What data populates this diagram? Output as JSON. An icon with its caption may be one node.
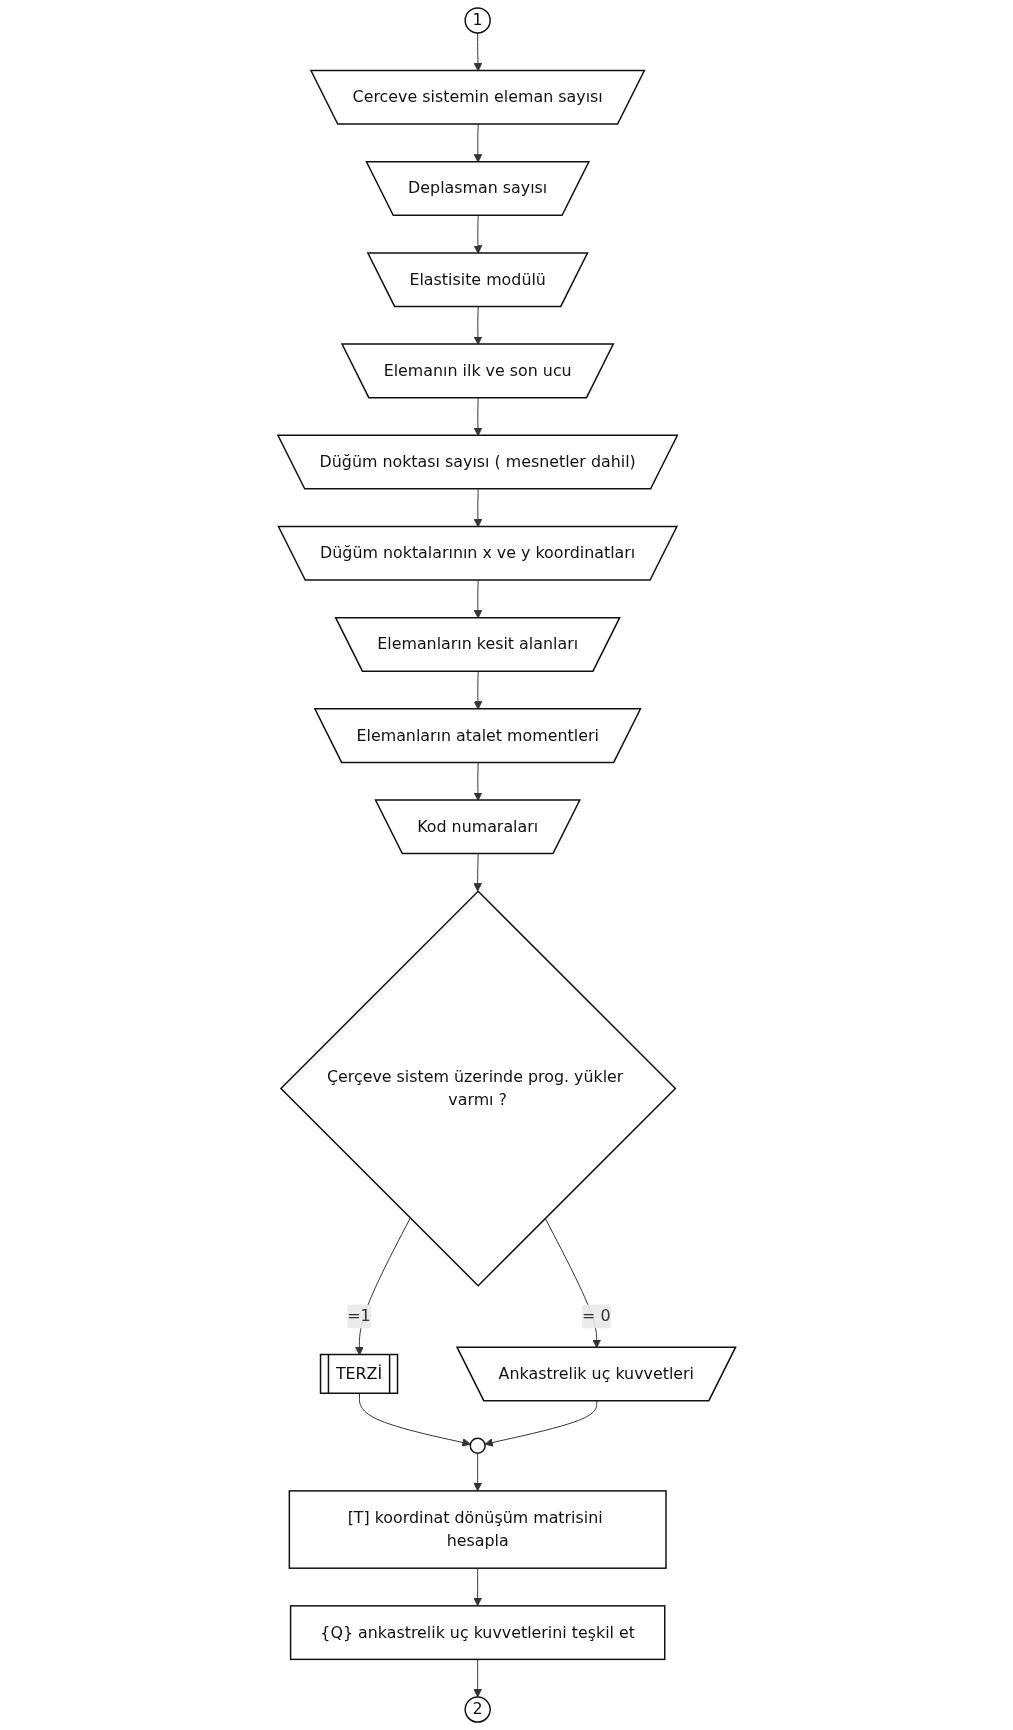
{
  "diagram": {
    "nodes": [
      {
        "text": [
          "1"
        ]
      },
      {
        "text": [
          "Cerceve sistemin eleman sayısı"
        ]
      },
      {
        "text": [
          "Deplasman sayısı"
        ]
      },
      {
        "text": [
          "Elastisite modülü"
        ]
      },
      {
        "text": [
          "Elemanın ilk ve son ucu"
        ]
      },
      {
        "text": [
          "Düğüm noktası sayısı ( mesnetler dahil)"
        ]
      },
      {
        "text": [
          "Düğüm noktalarının x ve y koordinatları"
        ]
      },
      {
        "text": [
          "Elemanların kesit alanları"
        ]
      },
      {
        "text": [
          "Elemanların atalet momentleri"
        ]
      },
      {
        "text": [
          "Kod numaraları"
        ]
      },
      {
        "text": [
          "Çerçeve sistem üzerinde prog. yükler varmı ?"
        ]
      },
      {
        "text": [
          "Ankastrelik uç kuvvetleri"
        ]
      },
      {
        "text": [
          "TERZİ"
        ]
      },
      {
        "text": [],
        "shape": "circle"
      },
      {
        "text": [
          "[T] koordinat dönüşüm matrisini hesapla"
        ]
      },
      {
        "text": [
          "{Q} ankastrelik uç kuvvetlerini teşkil et"
        ]
      },
      {
        "text": [
          "2"
        ]
      }
    ],
    "edges": [
      {
        "from": 0,
        "to": 1,
        "arrow": "to"
      },
      {
        "from": 1,
        "to": 2,
        "arrow": "to"
      },
      {
        "from": 2,
        "to": 3,
        "arrow": "to"
      },
      {
        "from": 3,
        "to": 4,
        "arrow": "to"
      },
      {
        "from": 4,
        "to": 5,
        "arrow": "to"
      },
      {
        "from": 5,
        "to": 6,
        "arrow": "to"
      },
      {
        "from": 6,
        "to": 7,
        "arrow": "to"
      },
      {
        "from": 7,
        "to": 8,
        "arrow": "to"
      },
      {
        "from": 8,
        "to": 9,
        "arrow": "to"
      },
      {
        "from": 9,
        "to": 10,
        "arrow": "to"
      },
      {
        "from": 10,
        "to": 11,
        "label": "= 0",
        "arrow": "to"
      },
      {
        "from": 10,
        "to": 12,
        "label": "=1",
        "arrow": "to"
      },
      {
        "from": 12,
        "to": 13,
        "arrow": "to"
      },
      {
        "from": 11,
        "to": 13,
        "arrow": "to"
      },
      {
        "from": 13,
        "to": 14,
        "arrow": "to"
      },
      {
        "from": 14,
        "to": 15,
        "arrow": "to"
      },
      {
        "from": 15,
        "to": 16,
        "arrow": "to"
      }
    ]
  }
}
